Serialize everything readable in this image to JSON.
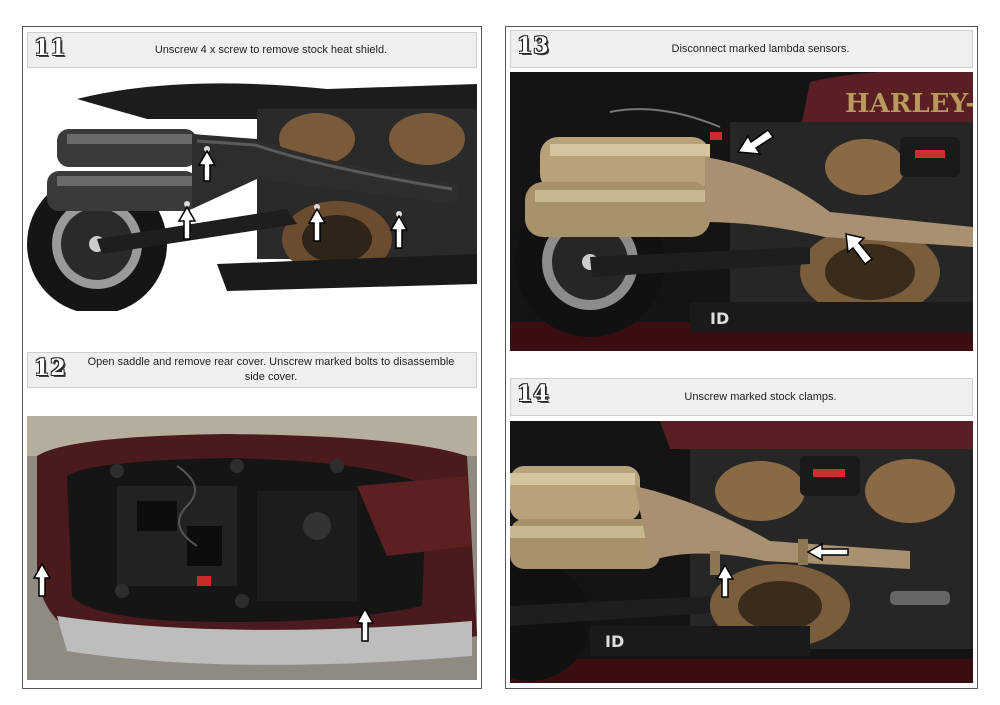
{
  "steps": [
    {
      "number": "11",
      "text": "Unscrew 4 x screw to remove stock heat shield."
    },
    {
      "number": "12",
      "text": "Open saddle and remove rear cover. Unscrew marked bolts to disassemble side cover."
    },
    {
      "number": "13",
      "text": "Disconnect marked lambda sensors."
    },
    {
      "number": "14",
      "text": "Unscrew marked stock clamps."
    }
  ],
  "logo_text": {
    "tank_brand": "HARLEY-DAVIDSON",
    "panel_mark": "ID"
  },
  "colors": {
    "header_bg": "#efefef",
    "page_border": "#555555",
    "muffler_black": "#2b2b2b",
    "muffler_gold": "#b8a27a",
    "tank_maroon": "#5a1f22",
    "engine_bronze": "#8a6a45"
  },
  "icons": [
    "arrow-up-icon",
    "arrow-diagonal-icon",
    "arrow-left-icon"
  ]
}
